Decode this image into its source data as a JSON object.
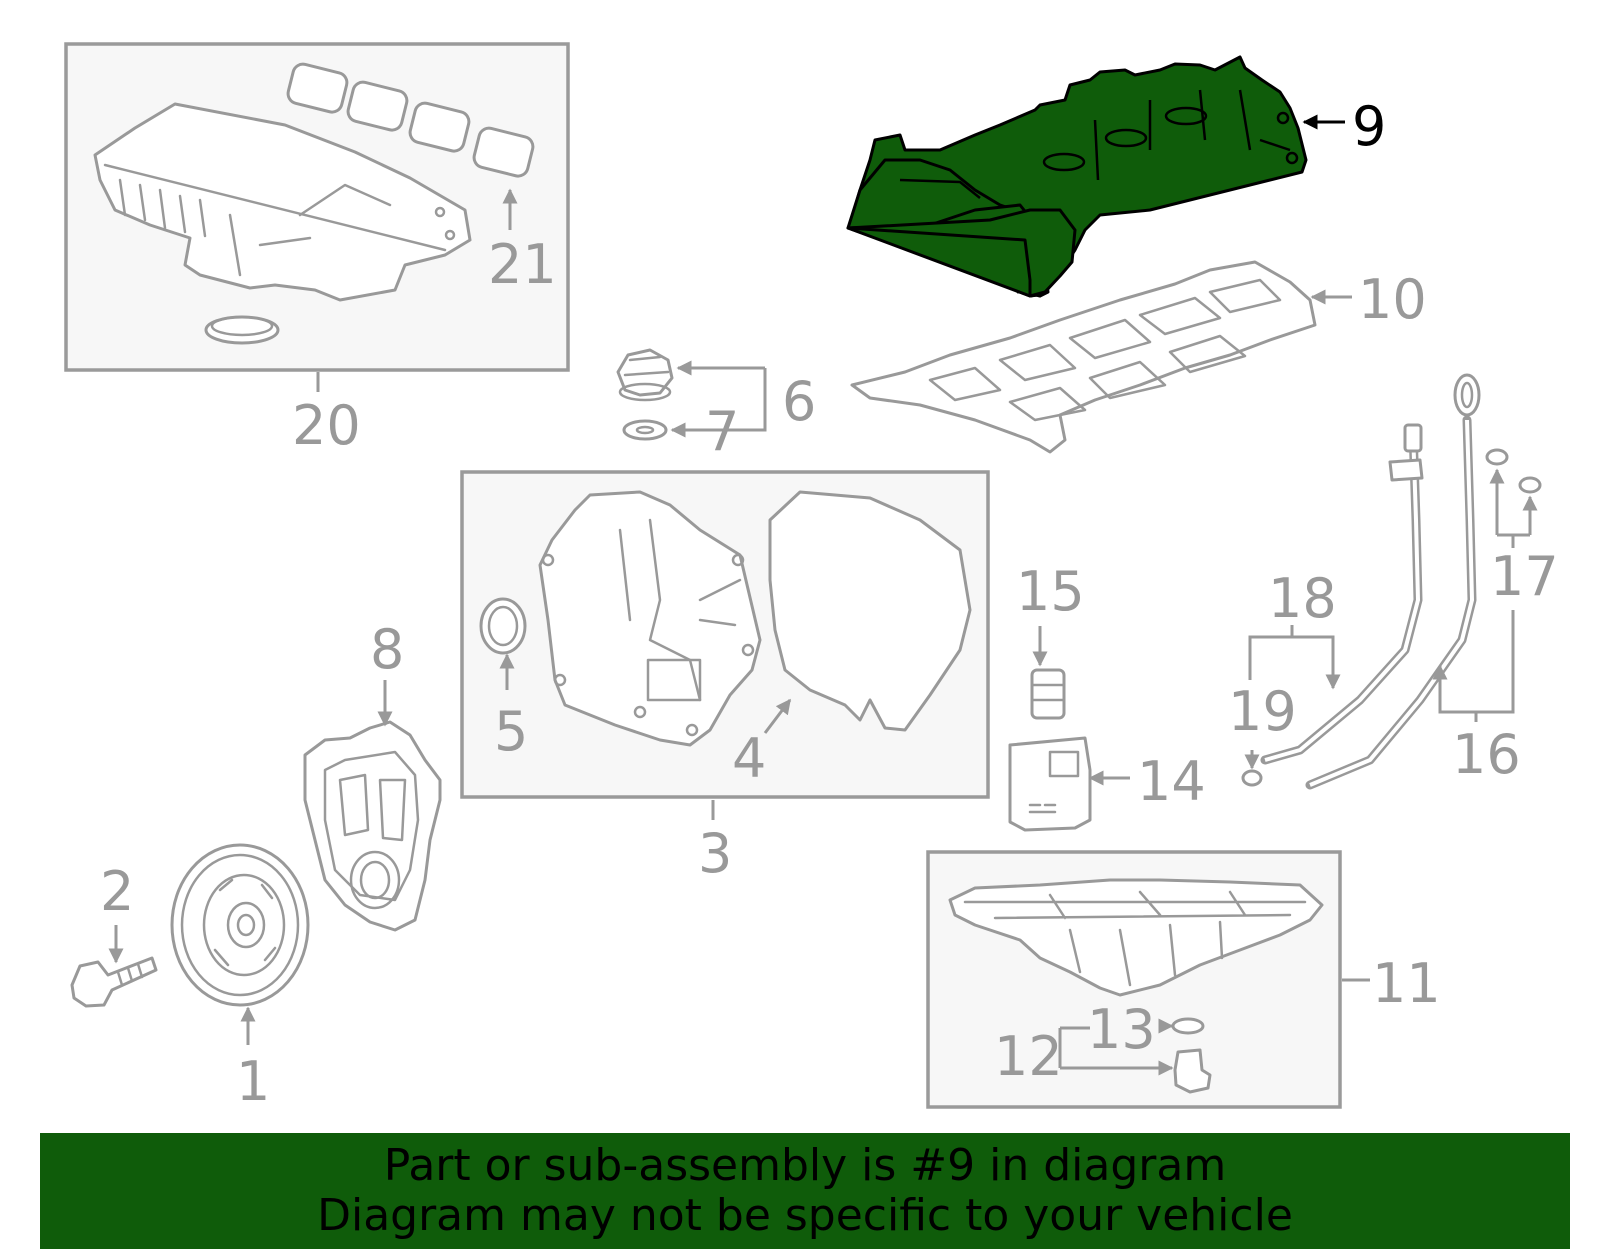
{
  "callouts": {
    "c1": "1",
    "c2": "2",
    "c3": "3",
    "c4": "4",
    "c5": "5",
    "c6": "6",
    "c7": "7",
    "c8": "8",
    "c9": "9",
    "c10": "10",
    "c11": "11",
    "c12": "12",
    "c13": "13",
    "c14": "14",
    "c15": "15",
    "c16": "16",
    "c17": "17",
    "c18": "18",
    "c19": "19",
    "c20": "20",
    "c21": "21"
  },
  "highlight": {
    "part_number": "9",
    "color": "#0f5c0a"
  },
  "banner": {
    "line1": "Part or sub-assembly is #9 in diagram",
    "line2": "Diagram may not be specific to your vehicle"
  },
  "colors": {
    "part_stroke": "#999999",
    "box_fill": "#f7f7f7",
    "highlight_fill": "#0f5c0a",
    "banner_bg": "#0f5c0a"
  }
}
